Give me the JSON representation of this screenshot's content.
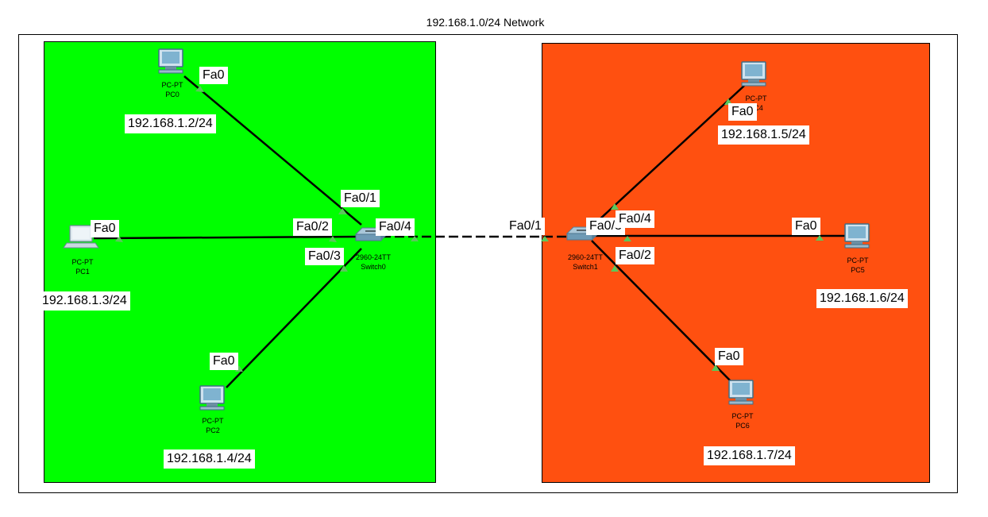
{
  "title": "192.168.1.0/24 Network",
  "colors": {
    "left_zone": "#00ff00",
    "right_zone": "#ff5010",
    "cable": "#000000",
    "link_light": "#5bc85b"
  },
  "devices": {
    "pc0": {
      "model": "PC-PT",
      "name": "PC0",
      "ip": "192.168.1.2/24",
      "port": "Fa0"
    },
    "pc1": {
      "model": "PC-PT",
      "name": "PC1",
      "ip": "192.168.1.3/24",
      "port": "Fa0"
    },
    "pc2": {
      "model": "PC-PT",
      "name": "PC2",
      "ip": "192.168.1.4/24",
      "port": "Fa0"
    },
    "pc4": {
      "model": "PC-PT",
      "name": "PC4",
      "ip": "192.168.1.5/24",
      "port": "Fa0"
    },
    "pc5": {
      "model": "PC-PT",
      "name": "PC5",
      "ip": "192.168.1.6/24",
      "port": "Fa0"
    },
    "pc6": {
      "model": "PC-PT",
      "name": "PC6",
      "ip": "192.168.1.7/24",
      "port": "Fa0"
    },
    "switch0": {
      "model": "2960-24TT",
      "name": "Switch0",
      "ports": {
        "p1": "Fa0/1",
        "p2": "Fa0/2",
        "p3": "Fa0/3",
        "p4": "Fa0/4"
      }
    },
    "switch1": {
      "model": "2960-24TT",
      "name": "Switch1",
      "ports": {
        "p1": "Fa0/1",
        "p2": "Fa0/2",
        "p3": "Fa0/3",
        "p4": "Fa0/4"
      }
    }
  }
}
